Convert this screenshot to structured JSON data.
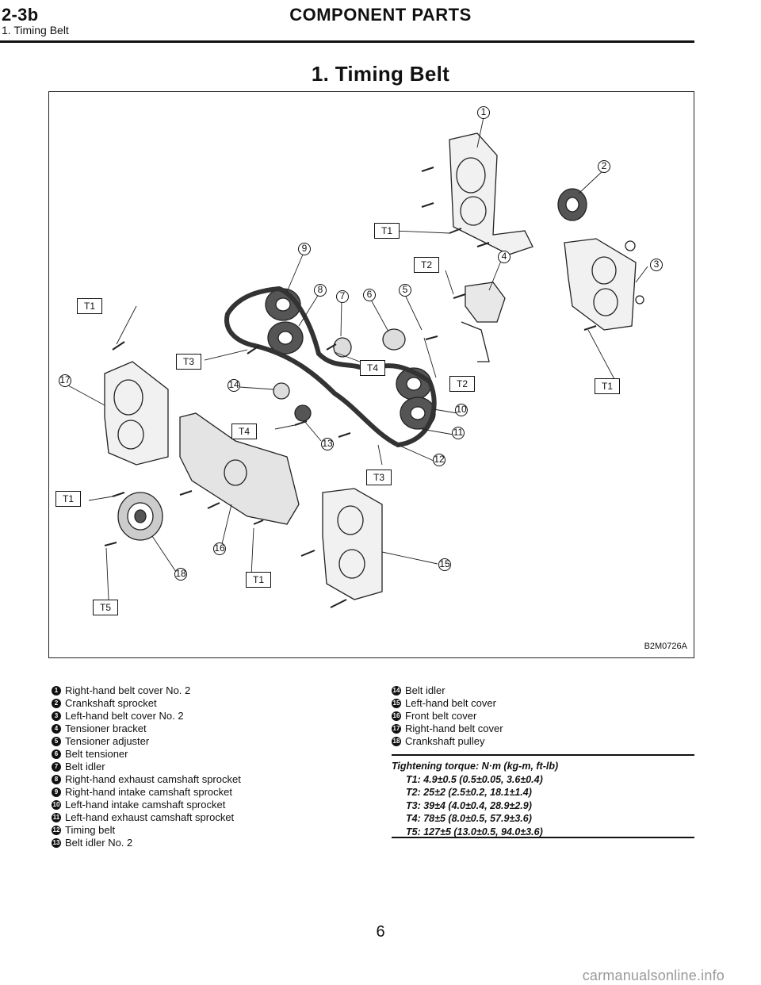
{
  "header": {
    "section": "2-3b",
    "subsection": "1. Timing Belt",
    "title": "COMPONENT PARTS"
  },
  "page_title": "1. Timing Belt",
  "figure": {
    "code": "B2M0726A",
    "callouts": [
      "1",
      "2",
      "3",
      "4",
      "5",
      "6",
      "7",
      "8",
      "9",
      "10",
      "11",
      "12",
      "13",
      "14",
      "15",
      "16",
      "17",
      "18"
    ],
    "torque_labels": [
      "T1",
      "T2",
      "T3",
      "T4",
      "T5"
    ]
  },
  "legend": {
    "left": [
      {
        "num": "1",
        "text": "Right-hand belt cover No. 2"
      },
      {
        "num": "2",
        "text": "Crankshaft sprocket"
      },
      {
        "num": "3",
        "text": "Left-hand belt cover No. 2"
      },
      {
        "num": "4",
        "text": "Tensioner bracket"
      },
      {
        "num": "5",
        "text": "Tensioner adjuster"
      },
      {
        "num": "6",
        "text": "Belt tensioner"
      },
      {
        "num": "7",
        "text": "Belt idler"
      },
      {
        "num": "8",
        "text": "Right-hand exhaust camshaft sprocket"
      },
      {
        "num": "9",
        "text": "Right-hand intake camshaft sprocket"
      },
      {
        "num": "10",
        "text": "Left-hand intake camshaft sprocket"
      },
      {
        "num": "11",
        "text": "Left-hand exhaust camshaft sprocket"
      },
      {
        "num": "12",
        "text": "Timing belt"
      },
      {
        "num": "13",
        "text": "Belt idler No. 2"
      }
    ],
    "right": [
      {
        "num": "14",
        "text": "Belt idler"
      },
      {
        "num": "15",
        "text": "Left-hand belt cover"
      },
      {
        "num": "16",
        "text": "Front belt cover"
      },
      {
        "num": "17",
        "text": "Right-hand belt cover"
      },
      {
        "num": "18",
        "text": "Crankshaft pulley"
      }
    ]
  },
  "torque": {
    "heading": "Tightening torque: N·m (kg-m, ft-lb)",
    "values": [
      "T1: 4.9±0.5 (0.5±0.05, 3.6±0.4)",
      "T2: 25±2 (2.5±0.2, 18.1±1.4)",
      "T3: 39±4 (4.0±0.4, 28.9±2.9)",
      "T4: 78±5 (8.0±0.5, 57.9±3.6)",
      "T5: 127±5 (13.0±0.5, 94.0±3.6)"
    ]
  },
  "page_number": "6",
  "watermark": "carmanualsonline.info"
}
